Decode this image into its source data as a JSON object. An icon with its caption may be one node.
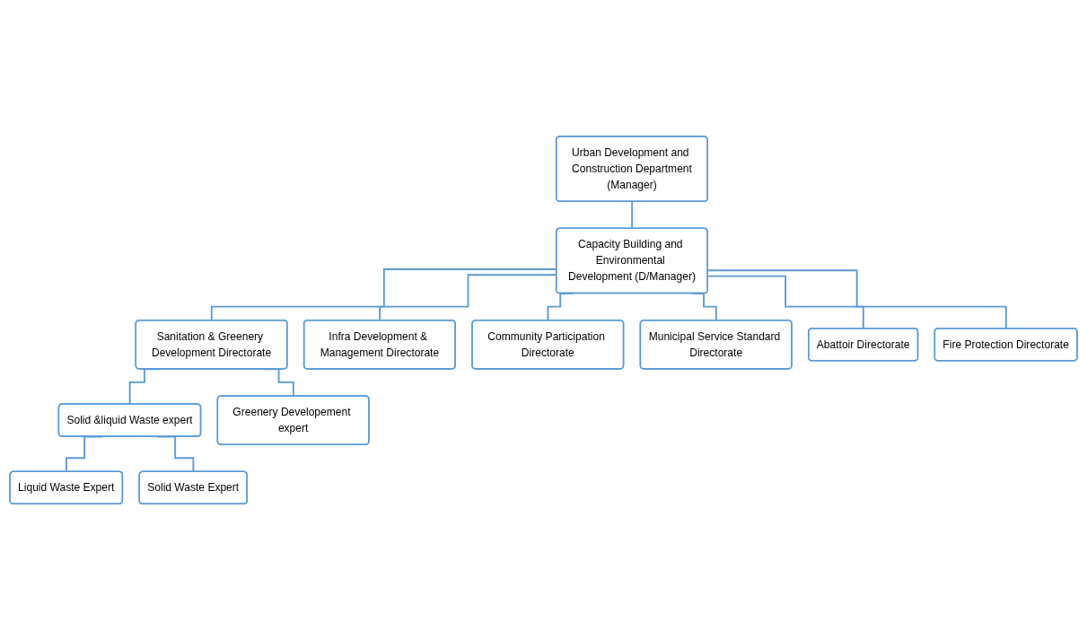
{
  "diagram": {
    "nodes": [
      {
        "text": [
          "Urban Development and Construction Department",
          "(Manager)"
        ]
      },
      {
        "text": [
          "Capacity Building and Environmental Development (D/Manager)"
        ]
      },
      {
        "text": [
          "Sanitation & Greenery Development Directorate"
        ]
      },
      {
        "text": [
          "Infra Development & Management Directorate"
        ]
      },
      {
        "text": [
          "Community Participation Directorate"
        ]
      },
      {
        "text": [
          "Municipal Service Standard Directorate"
        ]
      },
      {
        "text": [
          "Abattoir Directorate"
        ]
      },
      {
        "text": [
          "Fire Protection Directorate"
        ]
      },
      {
        "text": [
          "Solid &liquid Waste expert"
        ]
      },
      {
        "text": [
          "Greenery Developement expert"
        ]
      },
      {
        "text": [
          "Liquid Waste Expert"
        ]
      },
      {
        "text": [
          "Solid Waste Expert"
        ]
      }
    ],
    "edges": [
      {
        "from": 0,
        "to": 1,
        "arrow": "none"
      },
      {
        "from": 1,
        "to": 2,
        "arrow": "none"
      },
      {
        "from": 1,
        "to": 3,
        "arrow": "none"
      },
      {
        "from": 1,
        "to": 4,
        "arrow": "none"
      },
      {
        "from": 1,
        "to": 5,
        "arrow": "none"
      },
      {
        "from": 1,
        "to": 6,
        "arrow": "none"
      },
      {
        "from": 1,
        "to": 7,
        "arrow": "none"
      },
      {
        "from": 2,
        "to": 8,
        "arrow": "none"
      },
      {
        "from": 2,
        "to": 9,
        "arrow": "none"
      },
      {
        "from": 8,
        "to": 10,
        "arrow": "none"
      },
      {
        "from": 8,
        "to": 11,
        "arrow": "none"
      }
    ]
  }
}
